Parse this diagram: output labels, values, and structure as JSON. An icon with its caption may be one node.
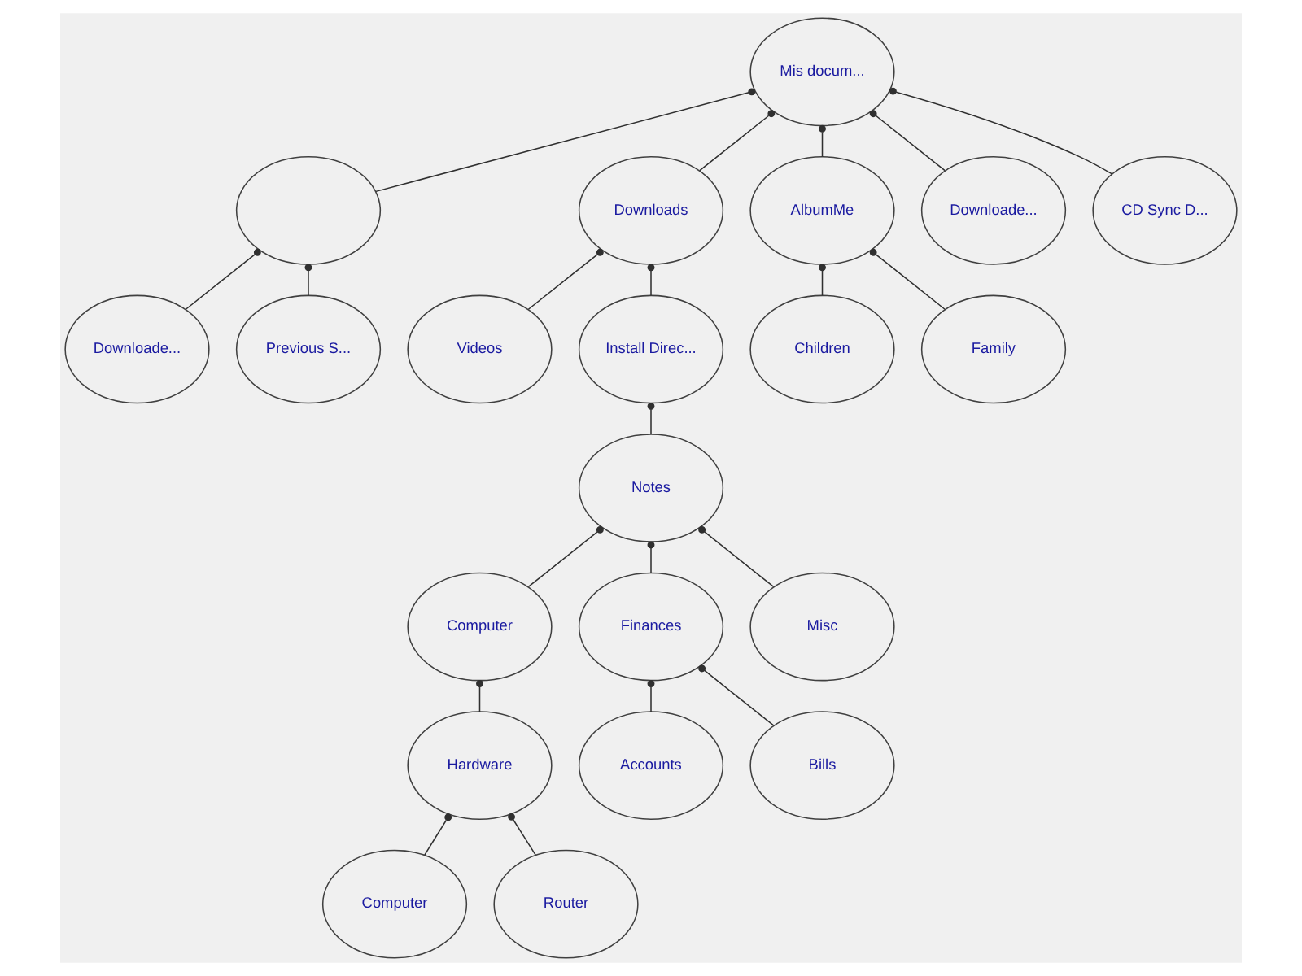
{
  "diagram": {
    "nodes": [
      {
        "text": [
          "Downloade..."
        ]
      },
      {
        "text": [],
        "shape": "ellipse"
      },
      {
        "text": [
          "Mis docum..."
        ]
      },
      {
        "text": [
          "Downloads"
        ]
      },
      {
        "text": [
          "Videos"
        ]
      },
      {
        "text": [
          "Previous S..."
        ]
      },
      {
        "text": [
          "AlbumMe"
        ]
      },
      {
        "text": [
          "Downloade..."
        ]
      },
      {
        "text": [
          "Install Direc..."
        ]
      },
      {
        "text": [
          "CD Sync D..."
        ]
      },
      {
        "text": [
          "Children"
        ]
      },
      {
        "text": [
          "Family"
        ]
      },
      {
        "text": [
          "Computer"
        ]
      },
      {
        "text": [
          "Notes"
        ]
      },
      {
        "text": [
          "Computer"
        ]
      },
      {
        "text": [
          "Hardware"
        ]
      },
      {
        "text": [
          "Finances"
        ]
      },
      {
        "text": [
          "Misc"
        ]
      },
      {
        "text": [
          "Accounts"
        ]
      },
      {
        "text": [
          "Router"
        ]
      },
      {
        "text": [
          "Bills"
        ]
      }
    ],
    "edges": [
      {
        "from": 1,
        "to": 0,
        "arrow": "other"
      },
      {
        "from": 2,
        "to": 1,
        "arrow": "other"
      },
      {
        "from": 1,
        "to": 5,
        "arrow": "other"
      },
      {
        "from": 2,
        "to": 3,
        "arrow": "other"
      },
      {
        "from": 3,
        "to": 4,
        "arrow": "other"
      },
      {
        "from": 2,
        "to": 6,
        "arrow": "other"
      },
      {
        "from": 2,
        "to": 9,
        "arrow": "other"
      },
      {
        "from": 2,
        "to": 7,
        "arrow": "other"
      },
      {
        "from": 3,
        "to": 8,
        "arrow": "other"
      },
      {
        "from": 6,
        "to": 10,
        "arrow": "other"
      },
      {
        "from": 6,
        "to": 11,
        "arrow": "other"
      },
      {
        "from": 8,
        "to": 13,
        "arrow": "other"
      },
      {
        "from": 13,
        "to": 12,
        "arrow": "other"
      },
      {
        "from": 12,
        "to": 15,
        "arrow": "other"
      },
      {
        "from": 15,
        "to": 14,
        "arrow": "other"
      },
      {
        "from": 13,
        "to": 16,
        "arrow": "other"
      },
      {
        "from": 13,
        "to": 17,
        "arrow": "other"
      },
      {
        "from": 15,
        "to": 19,
        "arrow": "other"
      },
      {
        "from": 16,
        "to": 18,
        "arrow": "other"
      },
      {
        "from": 16,
        "to": 20,
        "arrow": "other"
      }
    ]
  }
}
